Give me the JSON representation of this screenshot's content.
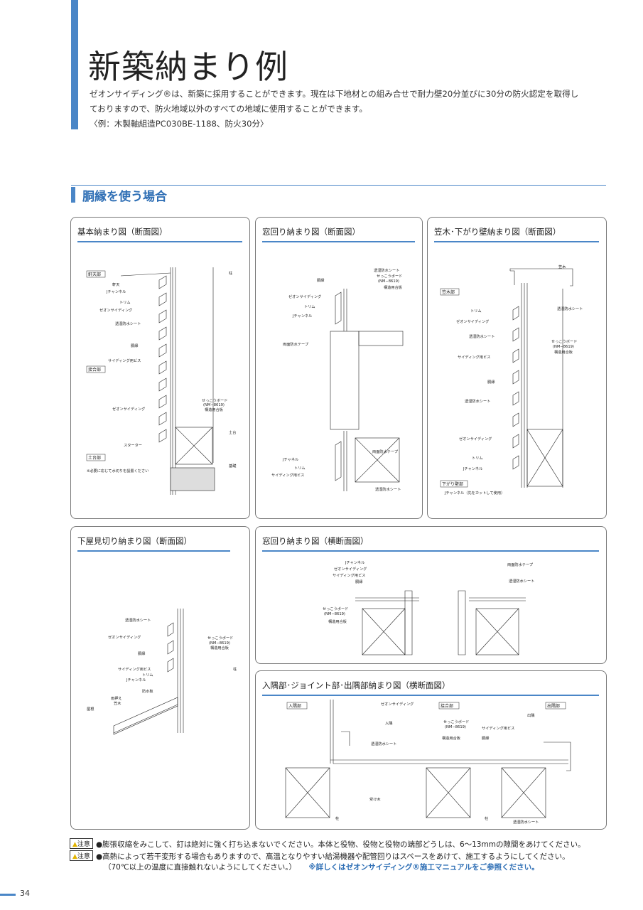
{
  "page": {
    "title": "新築納まり例",
    "intro": [
      "ゼオンサイディング®は、新築に採用することができます。現在は下地材との組み合せで耐力壁20分並びに30分の防火認定を取得し",
      "ておりますので、防火地域以外のすべての地域に使用することができます。",
      "〈例：木製軸組造PC030BE-1188、防火30分〉"
    ],
    "section_title": "胴縁を使う場合",
    "page_number": "34"
  },
  "panels": {
    "p1": {
      "title": "基本納まり図（断面図）",
      "tags": [
        "軒天部",
        "接合部",
        "土台部"
      ],
      "labels": [
        "柱",
        "軒天",
        "Jチャンネル",
        "トリム",
        "ゼオンサイディング",
        "透湿防水シート",
        "胴縁",
        "サイディング用ビス",
        "せっこうボード",
        "(NM−8619)",
        "構造用合板",
        "ゼオンサイディング",
        "土台",
        "スターター",
        "基礎",
        "※必要に応じて水切りを設置ください"
      ]
    },
    "p2": {
      "title": "窓回り納まり図（断面図）",
      "labels": [
        "透湿防水シート",
        "せっこうボード",
        "(NM−8619)",
        "構造用合板",
        "胴縁",
        "ゼオンサイディング",
        "トリム",
        "Jチャンネル",
        "両面防水テープ",
        "両面防水テープ",
        "Jチャネル",
        "トリム",
        "サイディング用ビス",
        "透湿防水シート"
      ]
    },
    "p3": {
      "title": "笠木･下がり壁納まり図（断面図）",
      "tags": [
        "笠木部",
        "下がり壁部"
      ],
      "labels": [
        "笠木",
        "透湿防水シート",
        "トリム",
        "ゼオンサイディング",
        "透湿防水シート",
        "せっこうボード",
        "(NM−8619)",
        "構造用合板",
        "サイディング用ビス",
        "胴縁",
        "透湿防水シート",
        "ゼオンサイディング",
        "トリム",
        "Jチャンネル",
        "Jチャンネル（先をカットして使用）"
      ]
    },
    "p4": {
      "title": "下屋見切り納まり図（断面図）",
      "labels": [
        "透湿防水シート",
        "ゼオンサイディング",
        "せっこうボード",
        "(NM−8619)",
        "構造用合板",
        "胴縁",
        "柱",
        "サイディング用ビス",
        "トリム",
        "Jチャンネル",
        "防水板",
        "雨押え",
        "笠木",
        "屋根"
      ]
    },
    "p5": {
      "title": "窓回り納まり図（横断面図）",
      "labels": [
        "Jチャンネル",
        "ゼオンサイディング",
        "サイディング用ビス",
        "胴縁",
        "せっこうボード",
        "(NM−8619)",
        "構造用合板",
        "両面防水テープ",
        "透湿防水シート"
      ]
    },
    "p6": {
      "title": "入隅部･ジョイント部･出隅部納まり図（横断面図）",
      "tags": [
        "入隅部",
        "接合部",
        "出隅部"
      ],
      "labels": [
        "ゼオンサイディング",
        "入隅",
        "透湿防水シート",
        "受け木",
        "柱",
        "せっこうボード",
        "(NM−8619)",
        "構造用合板",
        "胴縁",
        "サイディング用ビス",
        "出隅",
        "柱",
        "透湿防水シート"
      ]
    }
  },
  "notes": [
    {
      "badge": "注意",
      "text": "●膨張収縮をみこして、釘は絶対に強く打ち込まないでください。本体と役物、役物と役物の端部どうしは、6〜13mmの隙間をあけてください。"
    },
    {
      "badge": "注意",
      "text": "●高熱によって若干変形する場合もありますので、高温となりやすい給湯機器や配管回りはスペースをあけて、施工するようにしてください。",
      "text2": "（70℃以上の温度に直接触れないようにしてください。）",
      "ref": "※詳しくはゼオンサイディング®施工マニュアルをご参照ください。"
    }
  ]
}
